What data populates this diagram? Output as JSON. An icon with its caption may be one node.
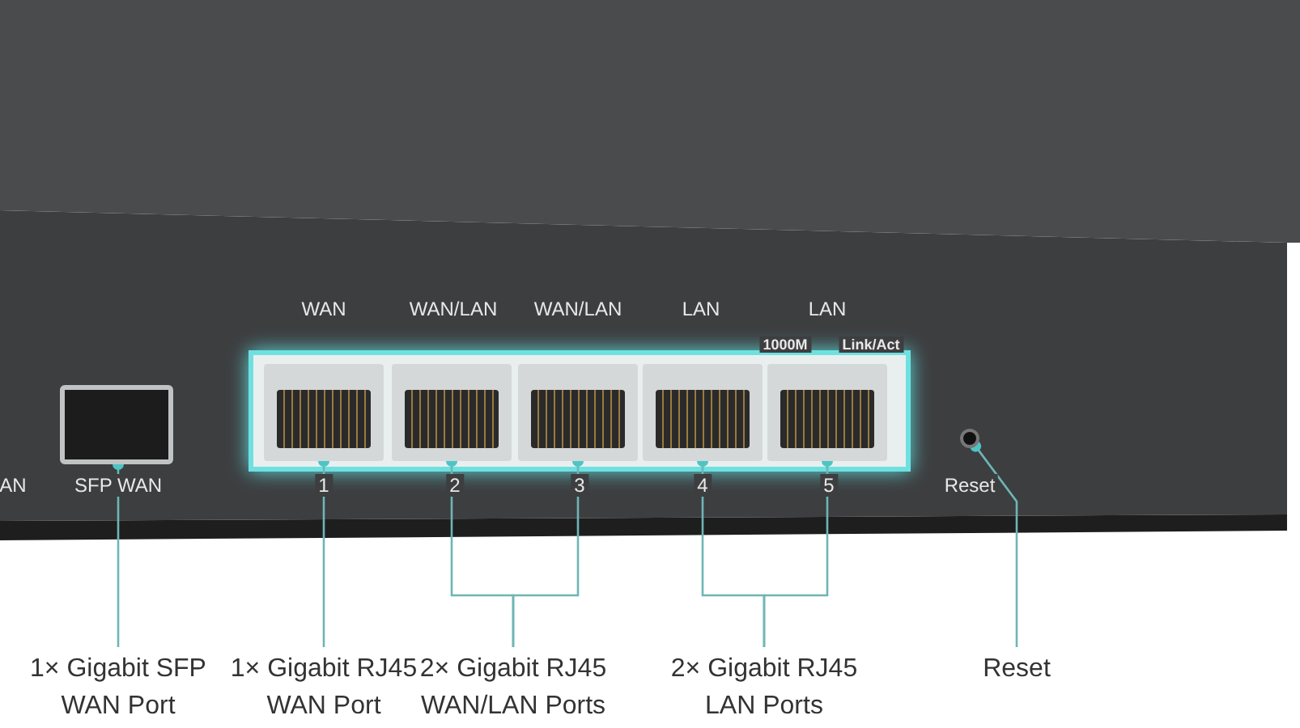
{
  "diagram": {
    "nodes": [
      {
        "text": [],
        "shape": "box"
      },
      {
        "text": [],
        "shape": "box"
      },
      {
        "text": [],
        "shape": "box"
      },
      {
        "text": [],
        "shape": "box"
      },
      {
        "text": [],
        "shape": "box"
      },
      {
        "text": [],
        "shape": "box"
      },
      {
        "text": [],
        "shape": "circle"
      },
      {
        "text": [
          "1× Gigabit SFP WAN Port"
        ]
      },
      {
        "text": [
          "1× Gigabit RJ45 WAN Port"
        ]
      },
      {
        "text": [
          "2× Gigabit RJ45 WAN/LAN Ports"
        ]
      },
      {
        "text": [
          "2× Gigabit RJ45 LAN Ports"
        ]
      },
      {
        "text": [
          "Reset"
        ]
      }
    ],
    "edges": [
      {
        "from": 7,
        "to": 0,
        "arrow": "other"
      },
      {
        "from": 8,
        "to": 1,
        "arrow": "other"
      },
      {
        "from": 9,
        "to": 2,
        "arrow": "other"
      },
      {
        "from": 9,
        "to": 3,
        "arrow": "other"
      },
      {
        "from": 10,
        "to": 4,
        "arrow": "other"
      },
      {
        "from": 10,
        "to": 5,
        "arrow": "other"
      },
      {
        "from": 11,
        "to": 6,
        "arrow": "other"
      }
    ],
    "labels": [
      "WAN",
      "WAN/LAN",
      "WAN/LAN",
      "LAN",
      "LAN",
      "1000M",
      "Link/Act",
      "AN",
      "SFP WAN",
      "1",
      "2",
      "3",
      "4",
      "5",
      "Reset"
    ]
  }
}
